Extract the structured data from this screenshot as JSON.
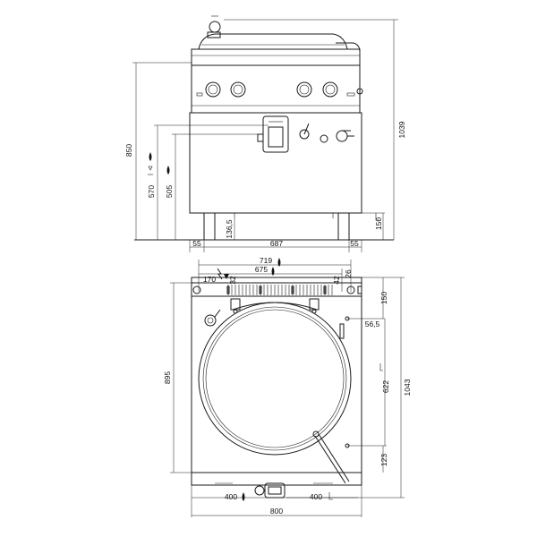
{
  "front_view": {
    "width_total": "687",
    "foot_left": "55",
    "foot_right": "55",
    "height_total": "1039",
    "height_body": "850",
    "drain_height": "570",
    "water_inlet_height": "505",
    "foot_height": "136,5",
    "drain_outlet_height": "150"
  },
  "top_view": {
    "width_total": "800",
    "depth_body": "895",
    "depth_total": "1043",
    "dim_719": "719",
    "dim_675": "675",
    "dim_170": "170",
    "dim_32": "32",
    "dim_42": "42",
    "dim_26": "26",
    "dim_150": "150",
    "dim_56_5": "56,5",
    "dim_622": "622",
    "dim_123": "123",
    "dim_400_left": "400",
    "dim_400_right": "400"
  },
  "icons": [
    "water-drop-icon",
    "electric-icon",
    "drain-icon",
    "gas-icon"
  ]
}
